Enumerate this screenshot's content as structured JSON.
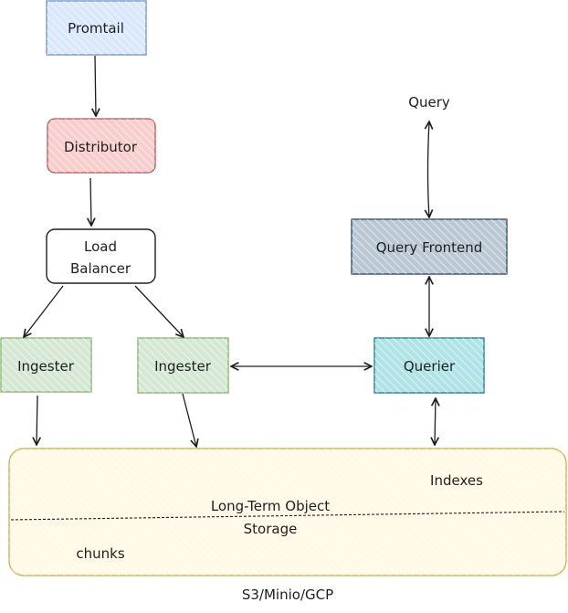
{
  "title": "Loki architecture",
  "colors": {
    "promtail_stroke": "#6c8ebf",
    "promtail_fill": "#dae8fc",
    "distributor_stroke": "#b85450",
    "distributor_fill": "#f8cecc",
    "lb_stroke": "#1e1e1e",
    "lb_fill": "#ffffff",
    "ingester_stroke": "#82b366",
    "ingester_fill": "#d5e8d4",
    "frontend_stroke": "#23445d",
    "frontend_fill": "#bac8d3",
    "querier_stroke": "#0e8088",
    "querier_fill": "#b0e3e6",
    "storage_stroke": "#d6b656",
    "storage_fill": "#fff2cc",
    "edge": "#1e1e1e"
  },
  "nodes": {
    "promtail": {
      "label": "Promtail"
    },
    "distributor": {
      "label": "Distributor"
    },
    "load_balancer": {
      "label_line1": "Load",
      "label_line2": "Balancer"
    },
    "ingester_1": {
      "label": "Ingester"
    },
    "ingester_2": {
      "label": "Ingester"
    },
    "query": {
      "label": "Query"
    },
    "query_frontend": {
      "label": "Query Frontend"
    },
    "querier": {
      "label": "Querier"
    },
    "storage": {
      "title_line1": "Long-Term Object",
      "title_line2": "Storage",
      "indexes": "Indexes",
      "chunks": "chunks",
      "caption": "S3/Minio/GCP"
    }
  },
  "edges": [
    {
      "from": "promtail",
      "to": "distributor",
      "type": "one-way"
    },
    {
      "from": "distributor",
      "to": "load_balancer",
      "type": "one-way"
    },
    {
      "from": "load_balancer",
      "to": "ingester_1",
      "type": "one-way"
    },
    {
      "from": "load_balancer",
      "to": "ingester_2",
      "type": "one-way"
    },
    {
      "from": "ingester_1",
      "to": "storage",
      "type": "one-way"
    },
    {
      "from": "ingester_2",
      "to": "storage",
      "type": "one-way"
    },
    {
      "from": "ingester_2",
      "to": "querier",
      "type": "two-way"
    },
    {
      "from": "query",
      "to": "query_frontend",
      "type": "two-way"
    },
    {
      "from": "query_frontend",
      "to": "querier",
      "type": "two-way"
    },
    {
      "from": "querier",
      "to": "storage",
      "type": "two-way"
    }
  ]
}
